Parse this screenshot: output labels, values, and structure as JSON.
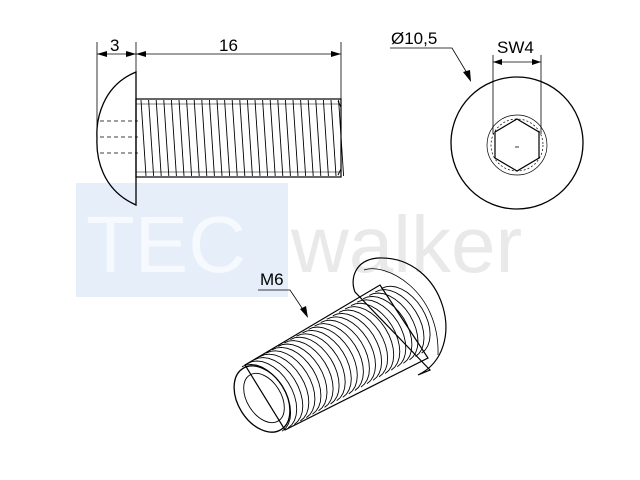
{
  "dimensions": {
    "head_length": "3",
    "shaft_length": "16",
    "head_diameter": "Ø10,5",
    "wrench_size": "SW4",
    "thread_size": "M6"
  },
  "watermark": {
    "part1": "TEC",
    "part2": "walker",
    "box_color": "#e6eef9",
    "text1_color": "#f6f9fd",
    "text2_color": "#e9e9e9"
  },
  "colors": {
    "line": "#000000",
    "background": "#ffffff"
  }
}
